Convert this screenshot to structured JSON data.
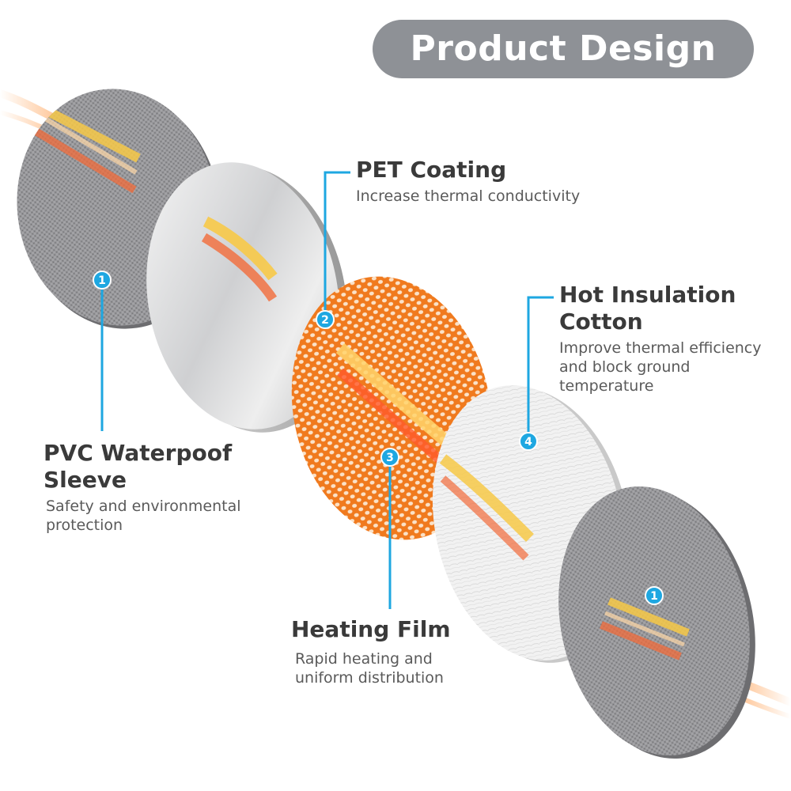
{
  "title": "Product Design",
  "layers": [
    {
      "number": "1",
      "name": "PVC Waterpoof Sleeve",
      "name_lines": [
        "PVC Waterpoof",
        "Sleeve"
      ],
      "desc_lines": [
        "Safety and environmental",
        "protection"
      ]
    },
    {
      "number": "2",
      "name": "PET Coating",
      "name_lines": [
        "PET Coating"
      ],
      "desc_lines": [
        "Increase thermal conductivity"
      ]
    },
    {
      "number": "3",
      "name": "Heating Film",
      "name_lines": [
        "Heating Film"
      ],
      "desc_lines": [
        "Rapid heating and",
        "uniform distribution"
      ]
    },
    {
      "number": "4",
      "name": "Hot Insulation Cotton",
      "name_lines": [
        "Hot Insulation",
        "Cotton"
      ],
      "desc_lines": [
        "Improve thermal efficiency",
        "and block ground",
        "temperature"
      ]
    },
    {
      "number": "1",
      "name": "PVC Waterpoof Sleeve",
      "name_lines": [],
      "desc_lines": []
    }
  ],
  "colors": {
    "title_bg": "#8e9196",
    "accent_blue": "#1ea7e1",
    "mesh_gray": "#8a8a8c",
    "heating_orange": "#f07a1e",
    "heat_stripe_yellow": "#f7c948",
    "heat_stripe_orange": "#f26b3a"
  }
}
